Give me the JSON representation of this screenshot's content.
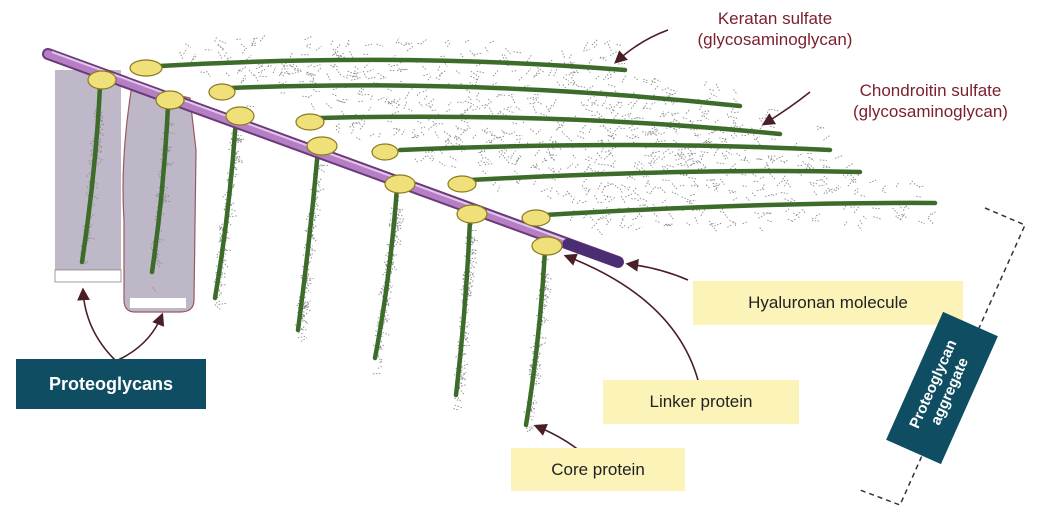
{
  "labels": {
    "keratan": [
      "Keratan sulfate",
      "(glycosaminoglycan)"
    ],
    "chondroitin": [
      "Chondroitin sulfate",
      "(glycosaminoglycan)"
    ],
    "hyaluronan": "Hyaluronan molecule",
    "linker": "Linker protein",
    "core": "Core protein",
    "proteoglycans": "Proteoglycans",
    "aggregate": [
      "Proteoglycan",
      "aggregate"
    ]
  },
  "colors": {
    "hyaluronan": "#b57fc4",
    "core_protein": "#3d6b2a",
    "linker": "#f0e07a",
    "label_text": "#7a1f2c",
    "label_box": "#0e4d62",
    "highlight_box": "#fbf3b8",
    "shade": "#a8a0b6"
  }
}
